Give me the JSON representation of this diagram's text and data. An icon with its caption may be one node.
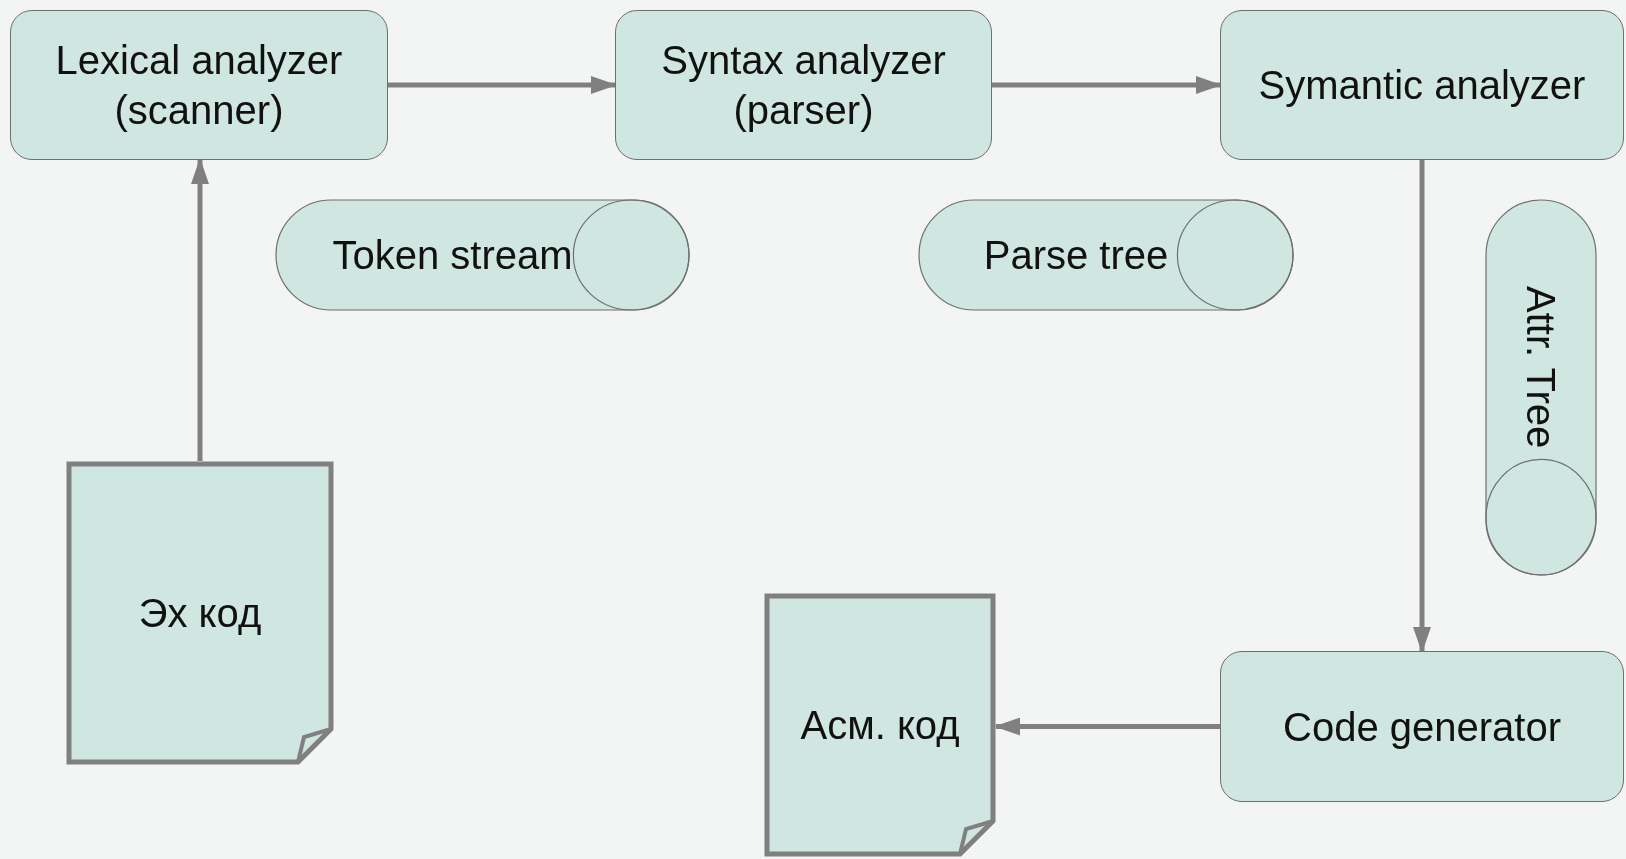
{
  "diagram": {
    "nodes": [
      {
        "text": [
          "Lexical analyzer (scanner)"
        ]
      },
      {
        "text": [
          "Syntax analyzer (parser)"
        ]
      },
      {
        "text": [
          "Symantic analyzer"
        ]
      },
      {
        "text": [
          "Token stream"
        ]
      },
      {
        "text": [
          "Parse tree"
        ]
      },
      {
        "text": [
          "Attr. Tree"
        ]
      },
      {
        "text": [
          "Эх код"
        ]
      },
      {
        "text": [
          "Асм. код"
        ]
      },
      {
        "text": [
          "Code generator"
        ]
      }
    ],
    "edges": [
      {
        "from": 6,
        "to": 0,
        "arrow": "to"
      },
      {
        "from": 0,
        "to": 1,
        "arrow": "to"
      },
      {
        "from": 1,
        "to": 2,
        "arrow": "to"
      },
      {
        "from": 2,
        "to": 8,
        "arrow": "to"
      },
      {
        "from": 8,
        "to": 7,
        "arrow": "to"
      }
    ]
  }
}
